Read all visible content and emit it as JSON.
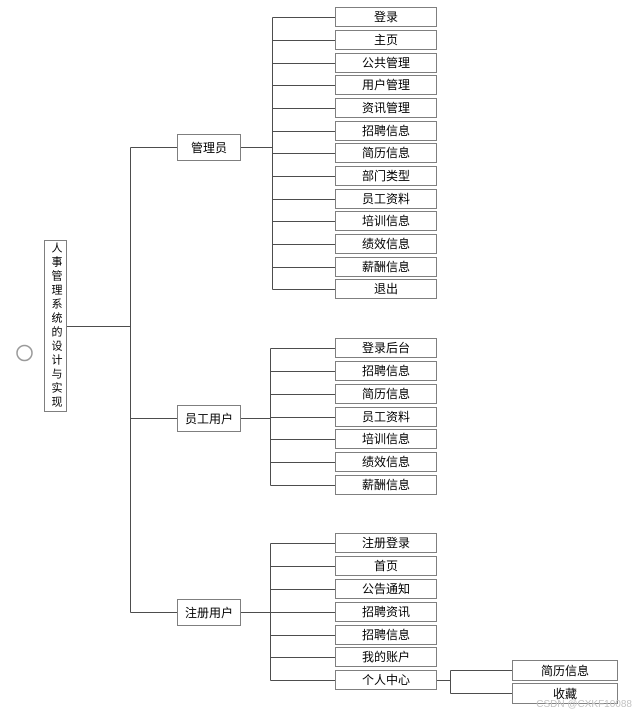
{
  "diagram": {
    "title_note": "functional structure tree of a personnel management system",
    "root": "人事管理系统的设计与实现",
    "branches": [
      {
        "label": "管理员",
        "children": [
          "登录",
          "主页",
          "公共管理",
          "用户管理",
          "资讯管理",
          "招聘信息",
          "简历信息",
          "部门类型",
          "员工资料",
          "培训信息",
          "绩效信息",
          "薪酬信息",
          "退出"
        ]
      },
      {
        "label": "员工用户",
        "children": [
          "登录后台",
          "招聘信息",
          "简历信息",
          "员工资料",
          "培训信息",
          "绩效信息",
          "薪酬信息"
        ]
      },
      {
        "label": "注册用户",
        "children": [
          "注册登录",
          "首页",
          "公告通知",
          "招聘资讯",
          "招聘信息",
          "我的账户",
          "个人中心"
        ],
        "personal_center_children": [
          "简历信息",
          "收藏"
        ]
      }
    ]
  },
  "watermark": {
    "text": "CSDN @CXKF10088"
  },
  "colors": {
    "background": "#ffffff",
    "box_border": "#7f7f7f",
    "connector_line": "#4d4d4d",
    "text": "#000000",
    "watermark_text": "#c2c2c2"
  }
}
